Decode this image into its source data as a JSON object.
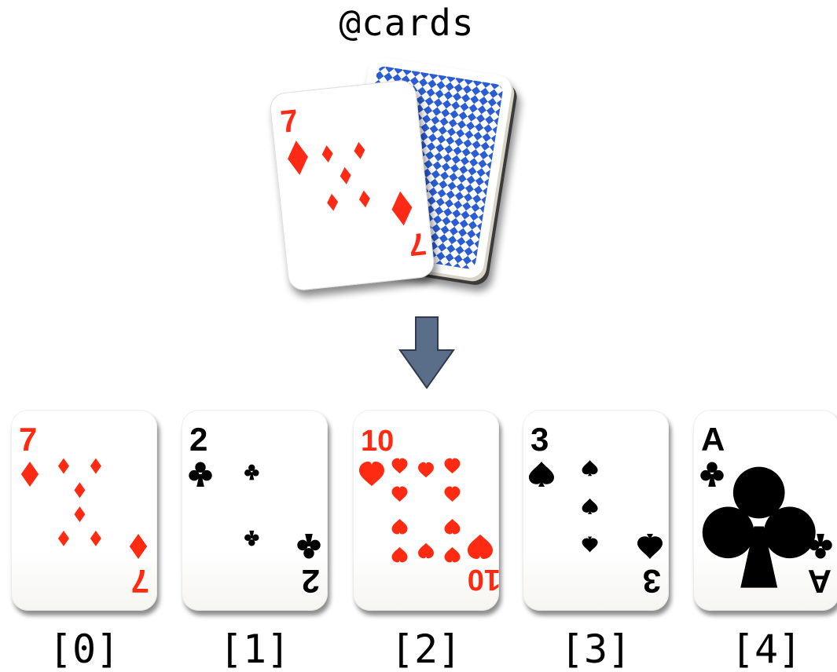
{
  "title": "@cards",
  "colors": {
    "red": "#ff2a12",
    "black": "#000000",
    "arrow": "#5a6e8a",
    "back": "#2b5bd6"
  },
  "deck": {
    "top_card": {
      "rank": "7",
      "suit": "diamond"
    },
    "back_pattern": "blue-checker"
  },
  "cards": [
    {
      "index_label": "[0]",
      "rank": "7",
      "suit": "diamond"
    },
    {
      "index_label": "[1]",
      "rank": "2",
      "suit": "club"
    },
    {
      "index_label": "[2]",
      "rank": "10",
      "suit": "heart"
    },
    {
      "index_label": "[3]",
      "rank": "3",
      "suit": "spade"
    },
    {
      "index_label": "[4]",
      "rank": "A",
      "suit": "club"
    }
  ]
}
